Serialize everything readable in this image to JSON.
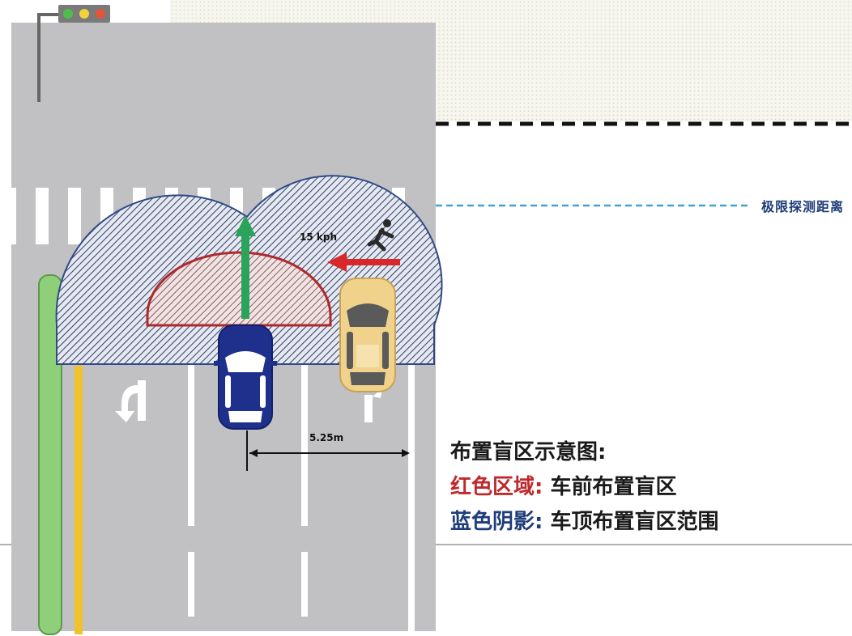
{
  "labels": {
    "detection_limit": "极限探测距离",
    "speed": "15 kph",
    "distance": "5.25m"
  },
  "legend": {
    "title": "布置盲区示意图:",
    "red_key": "红色区域:",
    "red_desc": "车前布置盲区",
    "blue_key": "蓝色阴影:",
    "blue_desc": "车顶布置盲区范围"
  },
  "colors": {
    "road": "#c1c1c3",
    "blind_zone_blue": "#3a5aa0",
    "blind_zone_red": "#b0282c",
    "ego_car": "#1f2f8c",
    "other_car": "#f0d28a",
    "go_arrow": "#2aa45a",
    "pedestrian_arrow": "#d8282a",
    "green_strip": "#8fcf7a",
    "yellow_line": "#f2c22a"
  }
}
